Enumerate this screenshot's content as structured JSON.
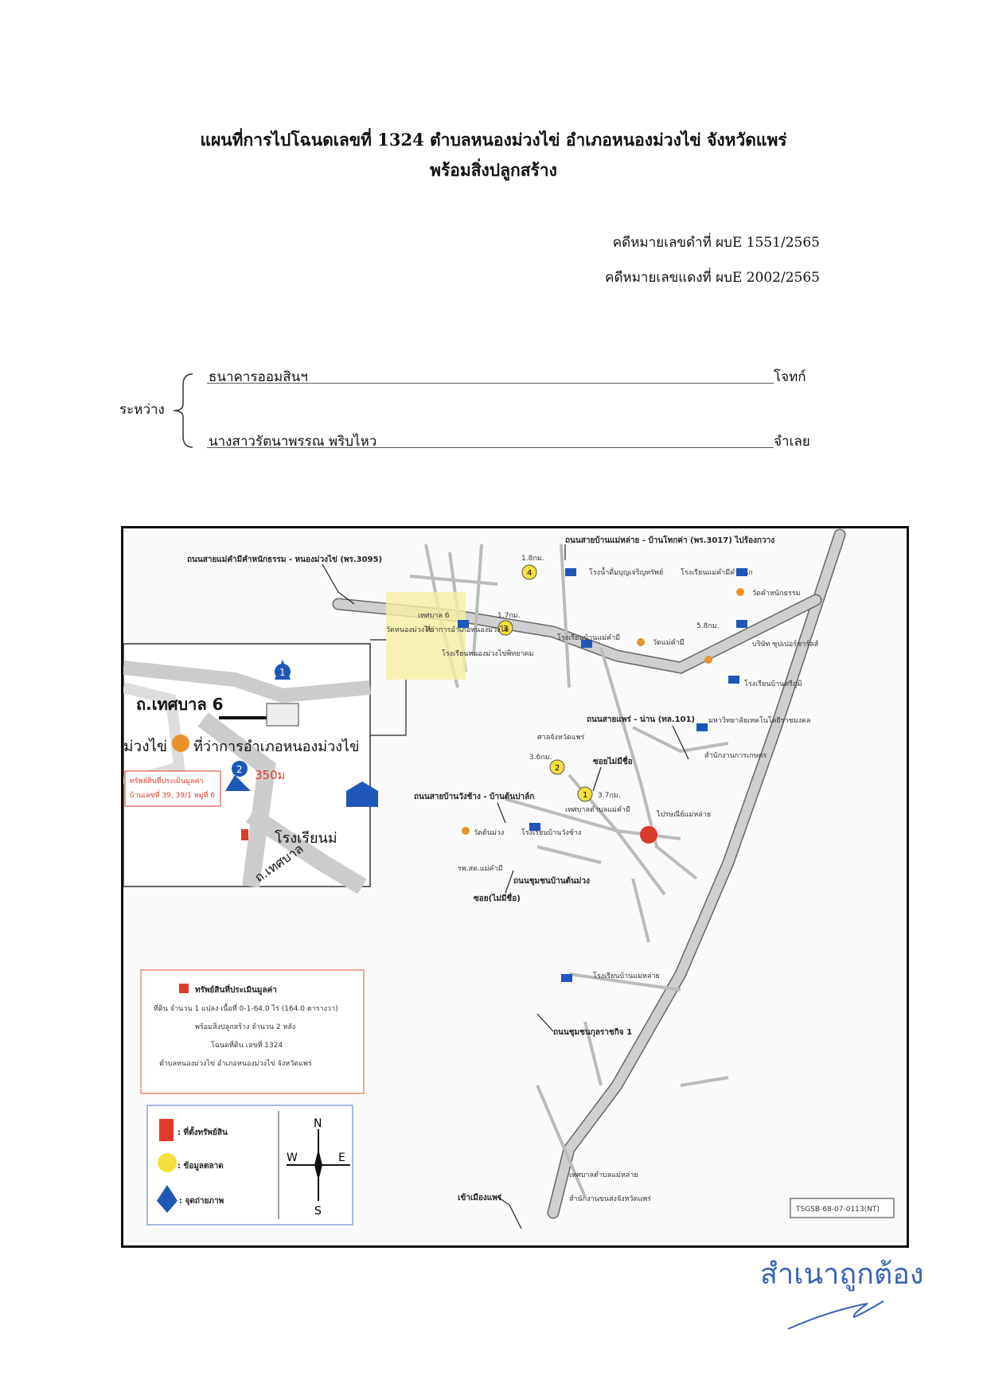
{
  "header": {
    "title_line1": "แผนที่การไปโฉนดเลขที่  1324  ตำบลหนองม่วงไข่  อำเภอหนองม่วงไข่  จังหวัดแพร่",
    "title_line2": "พร้อมสิ่งปลูกสร้าง"
  },
  "case": {
    "black_no": "คดีหมายเลขดำที่ ผบE 1551/2565",
    "red_no": "คดีหมายเลขแดงที่ ผบE 2002/2565"
  },
  "parties": {
    "between_label": "ระหว่าง",
    "plaintiff_name": "ธนาคารออมสินฯ",
    "plaintiff_role": "โจทก์",
    "defendant_name": "นางสาวรัตนาพรรณ  พริบไหว",
    "defendant_role": "จำเลย"
  },
  "map": {
    "road_labels": {
      "road_top_left": "ถนนสายแม่คำมีคำหนักธรรม - หนองม่วงไข่ (พร.3095)",
      "road_top_right": "ถนนสายบ้านแม่หล่าย - บ้านโทกค่า (พร.3017)  ไปร้องกวาง",
      "road_phrae_nan": "ถนนสายแพร่ - น่าน (ทล.101)",
      "soi_no_name": "ซอยไม่มีชื่อ",
      "road_wang_chang": "ถนนสายบ้านวังช้าง - บ้านต้นปาล์ก",
      "soi_no_name2": "ซอย(ไม่มีชื่อ)",
      "road_chumchon": "ถนนชุมชนบ้านต้นม่วง",
      "road_nukul": "ถนนชุมชนกุลราชกิจ 1",
      "to_phrae": "เข้าเมืองแพร่"
    },
    "inset": {
      "street": "ถ.เทศบาล 6",
      "office": "ที่ว่าการอำเภอหนองม่วงไข่",
      "distance": "350ม",
      "school": "โรงเรียนม่",
      "road_bottom": "ถ.เทศบาล",
      "area_left": "ม่วงไข่",
      "property_note_title": "ทรัพย์สินที่ประเมินมูลค่า",
      "property_note_addr": "บ้านเลขที่ 39, 39/1 หมู่ที่ 6"
    },
    "markers": {
      "m1": "1",
      "m2": "2",
      "m3": "3",
      "m4": "4"
    },
    "distances": {
      "d1": "3.7กม.",
      "d2": "3.6กม.",
      "d3": "1.7กม.",
      "d4": "1.8กม.",
      "d5": "5.8กม."
    },
    "places": {
      "p1": "โรงน้ำดื่มบุญเจริญทรัพย์",
      "p2": "โรงเรียนแม่คำมีคำหนัก",
      "p3": "วัดคำหนักธรรม",
      "p4": "โรงเรียนบ้านแม่คำมี",
      "p5": "วัดแม่คำมี",
      "p6": "บริษัท ซุปเปอร์ชาร์ลส์",
      "p7": "โรงเรียนบ้านศรีภูมิ",
      "p8": "มหาวิทยาลัยเทคโนโลยีราชมงคล",
      "p9": "สำนักงานการเกษตร",
      "p10": "เทศบาลตำบลแม่คำมี",
      "p11": "วัดต้นม่วง",
      "p12": "โรงเรียนบ้านวังช้าง",
      "p13": "รพ.สต.แม่คำมี",
      "p14": "ไปรษณีย์แม่หล่าย",
      "p15": "โรงเรียนบ้านแม่หล่าย",
      "p16": "เทศบาลตำบลแม่หล่าย",
      "p17": "สำนักงานขนส่งจังหวัดแพร่",
      "p18": "เทศบาล 6",
      "p19": "วัดหนองม่วงไข่",
      "p20": "ที่ว่าการอำเภอหนองม่วงไข่",
      "p21": "โรงเรียนหนองม่วงไข่พิทยาคม",
      "p22": "ศาลจังหวัดแพร่"
    },
    "legend_box": {
      "title": "ทรัพย์สินที่ประเมินมูลค่า",
      "line1": "ที่ดิน จำนวน 1 แปลง เนื้อที่ 0-1-64.0 ไร่ (164.0 ตารางวา)",
      "line2": "พร้อมสิ่งปลูกสร้าง จำนวน 2 หลัง",
      "line3": "โฉนดที่ดิน เลขที่ 1324",
      "line4": "ตำบลหนองม่วงไข่  อำเภอหนองม่วงไข่  จังหวัดแพร่"
    },
    "key": {
      "property": ": ที่ตั้งทรัพย์สิน",
      "market": ": ข้อมูลตลาด",
      "photo": ": จุดถ่ายภาพ"
    },
    "compass": {
      "n": "N",
      "s": "S",
      "e": "E",
      "w": "W"
    },
    "code": "TSGSB-68-07-0113(NT)"
  },
  "stamp": "สำเนาถูกต้อง"
}
